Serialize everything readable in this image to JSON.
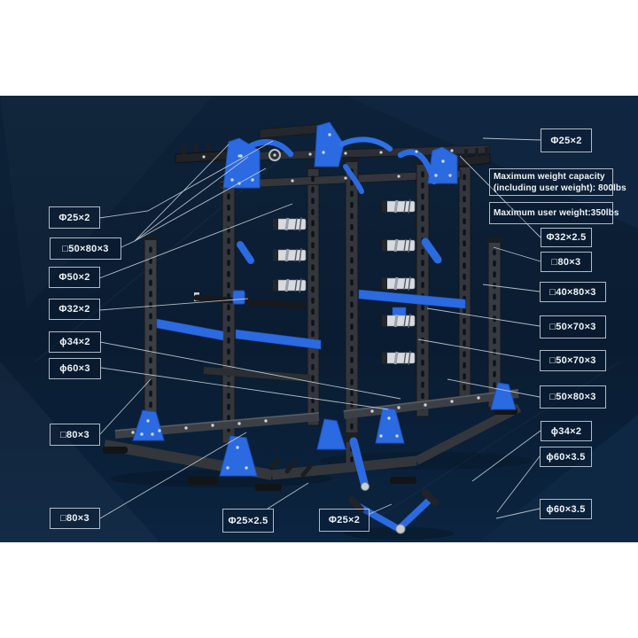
{
  "diagram": {
    "subject": "double power rack strength station with landmine and row handle",
    "style": "3d product render with dimension callouts"
  },
  "colors": {
    "hero_bg": "#0b2036",
    "accent_blue": "#2b6ae0",
    "frame_dark": "#33373d",
    "chrome": "#d7dadf",
    "leader_line": "#cfd8e0",
    "label_border": "#cdd7e2",
    "label_text": "#eef3f8"
  },
  "labels": {
    "left": [
      {
        "text": "Φ25×2"
      },
      {
        "text": "□50×80×3"
      },
      {
        "text": "Φ50×2"
      },
      {
        "text": "Φ32×2"
      },
      {
        "text": "ϕ34×2"
      },
      {
        "text": "ϕ60×3"
      },
      {
        "text": "□80×3"
      },
      {
        "text": "□80×3"
      }
    ],
    "bottom": [
      {
        "text": "Φ25×2.5"
      },
      {
        "text": "Φ25×2"
      }
    ],
    "right": [
      {
        "text": "Φ25×2"
      },
      {
        "text": "Φ32×2.5"
      },
      {
        "text": "□80×3"
      },
      {
        "text": "□40×80×3"
      },
      {
        "text": "□50×70×3"
      },
      {
        "text": "□50×70×3"
      },
      {
        "text": "□50×80×3"
      },
      {
        "text": "ϕ34×2"
      },
      {
        "text": "ϕ60×3.5"
      },
      {
        "text": "ϕ60×3.5"
      }
    ],
    "notes": [
      {
        "line1": "Maximum weight capacity",
        "line2": "(including user weight): 800lbs"
      },
      {
        "text": "Maximum user weight:350lbs"
      }
    ]
  }
}
